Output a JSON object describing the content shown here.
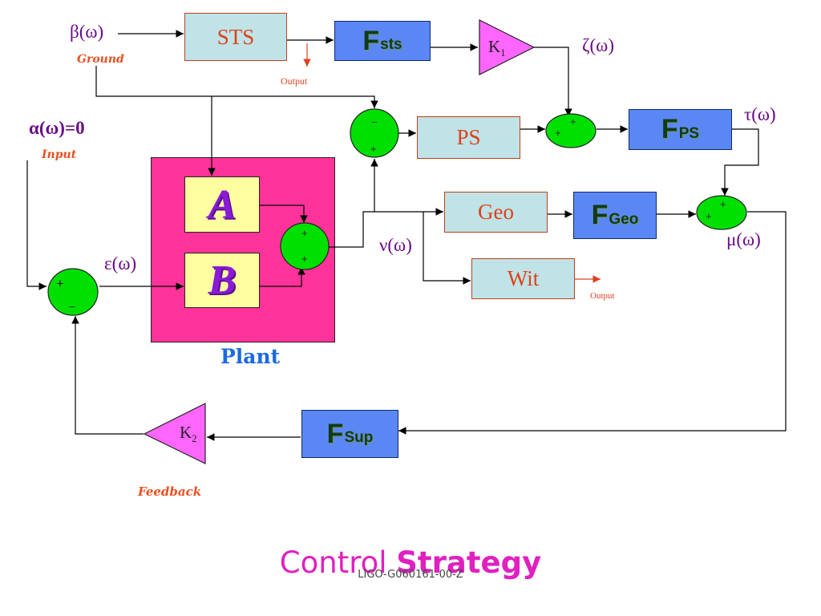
{
  "signals": {
    "beta": "β(ω)",
    "alpha": "α(ω)=0",
    "zeta": "ζ(ω)",
    "tau": "τ(ω)",
    "nu": "ν(ω)",
    "mu": "μ(ω)",
    "epsilon": "ε(ω)"
  },
  "annotations": {
    "ground": "Ground",
    "input": "Input",
    "feedback": "Feedback",
    "output_sts": "Output",
    "output_wit": "Output"
  },
  "blocks": {
    "sts": "STS",
    "ps": "PS",
    "geo": "Geo",
    "wit": "Wit",
    "f_sts": {
      "main": "F",
      "sub": "sts"
    },
    "f_ps": {
      "main": "F",
      "sub": "PS"
    },
    "f_geo": {
      "main": "F",
      "sub": "Geo"
    },
    "f_sup": {
      "main": "F",
      "sub": "Sup"
    },
    "plant_a": "A",
    "plant_b": "B",
    "plant_label": "Plant"
  },
  "gains": {
    "k1": {
      "main": "K",
      "sub": "1"
    },
    "k2": {
      "main": "K",
      "sub": "2"
    }
  },
  "title": {
    "part1": "Control ",
    "part2": "Strategy"
  },
  "footer": "LIGO-G060161-00-Z",
  "colors": {
    "summer": "#00e000",
    "gain": "#ff66ff",
    "plant": "#ff3399",
    "fblock": "#5b87f5",
    "tealblock": "#bfe3e6"
  }
}
